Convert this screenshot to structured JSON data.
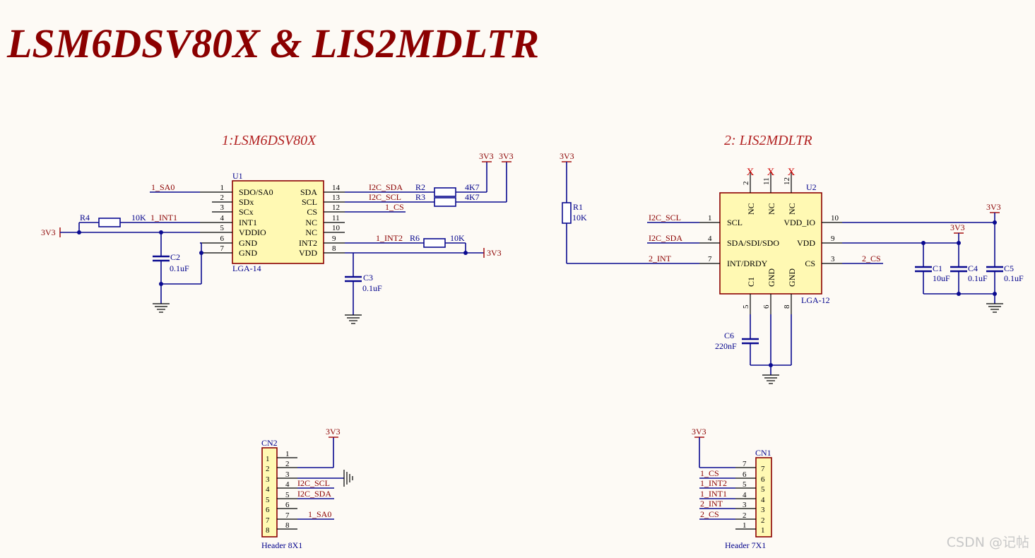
{
  "title": "LSM6DSV80X & LIS2MDLTR",
  "sections": [
    "1:LSM6DSV80X",
    "2: LIS2MDLTR"
  ],
  "watermark": "CSDN @记帖",
  "power": "3V3",
  "nc_mark": "X",
  "u1": {
    "ref": "U1",
    "package": "LGA-14",
    "pins_left": [
      {
        "num": "1",
        "name": "SDO/SA0",
        "net": "1_SA0"
      },
      {
        "num": "2",
        "name": "SDx",
        "net": ""
      },
      {
        "num": "3",
        "name": "SCx",
        "net": ""
      },
      {
        "num": "4",
        "name": "INT1",
        "net": "1_INT1"
      },
      {
        "num": "5",
        "name": "VDDIO",
        "net": ""
      },
      {
        "num": "6",
        "name": "GND",
        "net": ""
      },
      {
        "num": "7",
        "name": "GND",
        "net": ""
      }
    ],
    "pins_right": [
      {
        "num": "14",
        "name": "SDA",
        "net": "I2C_SDA"
      },
      {
        "num": "13",
        "name": "SCL",
        "net": "I2C_SCL"
      },
      {
        "num": "12",
        "name": "CS",
        "net": "1_CS"
      },
      {
        "num": "11",
        "name": "NC",
        "net": ""
      },
      {
        "num": "10",
        "name": "NC",
        "net": ""
      },
      {
        "num": "9",
        "name": "INT2",
        "net": "1_INT2"
      },
      {
        "num": "8",
        "name": "VDD",
        "net": ""
      }
    ]
  },
  "u2": {
    "ref": "U2",
    "package": "LGA-12",
    "pins_left": [
      {
        "num": "1",
        "name": "SCL",
        "net": "I2C_SCL"
      },
      {
        "num": "4",
        "name": "SDA/SDI/SDO",
        "net": "I2C_SDA"
      },
      {
        "num": "7",
        "name": "INT/DRDY",
        "net": "2_INT"
      }
    ],
    "pins_right": [
      {
        "num": "10",
        "name": "VDD_IO"
      },
      {
        "num": "9",
        "name": "VDD"
      },
      {
        "num": "3",
        "name": "CS",
        "net": "2_CS"
      }
    ],
    "pins_top": [
      {
        "num": "2",
        "name": "NC"
      },
      {
        "num": "11",
        "name": "NC"
      },
      {
        "num": "12",
        "name": "NC"
      }
    ],
    "pins_bottom": [
      {
        "num": "5",
        "name": "C1"
      },
      {
        "num": "6",
        "name": "GND"
      },
      {
        "num": "8",
        "name": "GND"
      }
    ]
  },
  "resistors": {
    "R1": {
      "ref": "R1",
      "value": "10K"
    },
    "R2": {
      "ref": "R2",
      "value": "4K7"
    },
    "R3": {
      "ref": "R3",
      "value": "4K7"
    },
    "R4": {
      "ref": "R4",
      "value": "10K"
    },
    "R6": {
      "ref": "R6",
      "value": "10K"
    }
  },
  "capacitors": {
    "C1": {
      "ref": "C1",
      "value": "10uF"
    },
    "C2": {
      "ref": "C2",
      "value": "0.1uF"
    },
    "C3": {
      "ref": "C3",
      "value": "0.1uF"
    },
    "C4": {
      "ref": "C4",
      "value": "0.1uF"
    },
    "C5": {
      "ref": "C5",
      "value": "0.1uF"
    },
    "C6": {
      "ref": "C6",
      "value": "220nF"
    }
  },
  "cn2": {
    "ref": "CN2",
    "value": "Header 8X1",
    "body_numbers": [
      "1",
      "2",
      "3",
      "4",
      "5",
      "6",
      "7",
      "8"
    ],
    "pins": [
      {
        "num": "1",
        "net": ""
      },
      {
        "num": "2",
        "net": ""
      },
      {
        "num": "3",
        "net": ""
      },
      {
        "num": "4",
        "net": "I2C_SCL"
      },
      {
        "num": "5",
        "net": "I2C_SDA"
      },
      {
        "num": "6",
        "net": ""
      },
      {
        "num": "7",
        "net": "1_SA0"
      },
      {
        "num": "8",
        "net": ""
      }
    ]
  },
  "cn1": {
    "ref": "CN1",
    "value": "Header 7X1",
    "body_numbers": [
      "7",
      "6",
      "5",
      "4",
      "3",
      "2",
      "1"
    ],
    "pins": [
      {
        "num": "7",
        "net": ""
      },
      {
        "num": "6",
        "net": "1_CS"
      },
      {
        "num": "5",
        "net": "1_INT2"
      },
      {
        "num": "4",
        "net": "1_INT1"
      },
      {
        "num": "3",
        "net": "2_INT"
      },
      {
        "num": "2",
        "net": "2_CS"
      },
      {
        "num": "1",
        "net": ""
      }
    ]
  }
}
